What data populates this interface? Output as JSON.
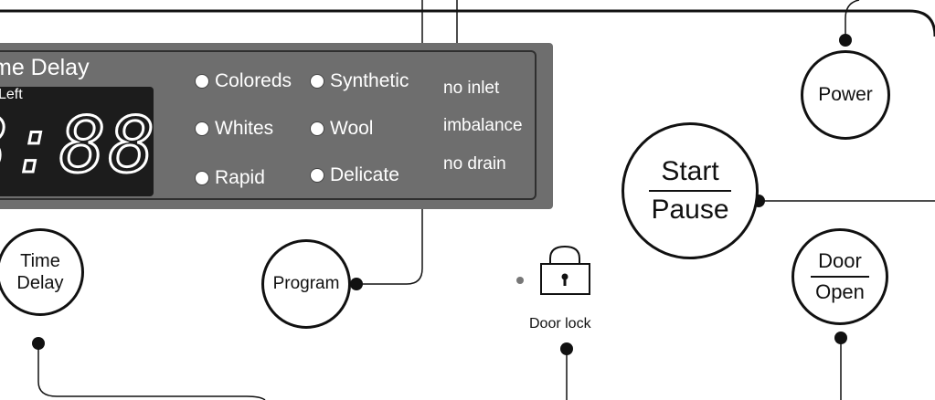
{
  "display": {
    "delay_title": "me Delay",
    "left_label": "Left",
    "time_digits": "8:88"
  },
  "programs": [
    {
      "label": "Coloreds"
    },
    {
      "label": "Synthetic"
    },
    {
      "label": "Whites"
    },
    {
      "label": "Wool"
    },
    {
      "label": "Rapid"
    },
    {
      "label": "Delicate"
    }
  ],
  "status": {
    "no_inlet": "no inlet",
    "imbalance": "imbalance",
    "no_drain": "no drain"
  },
  "buttons": {
    "time_delay_top": "Time",
    "time_delay_bottom": "Delay",
    "program": "Program",
    "power": "Power",
    "start": "Start",
    "pause": "Pause",
    "door": "Door",
    "open": "Open"
  },
  "door_lock": {
    "label": "Door lock",
    "icon": "padlock-icon"
  },
  "colors": {
    "panel": "#6e6e6e",
    "display": "#1c1c1c",
    "ink": "#111111"
  }
}
